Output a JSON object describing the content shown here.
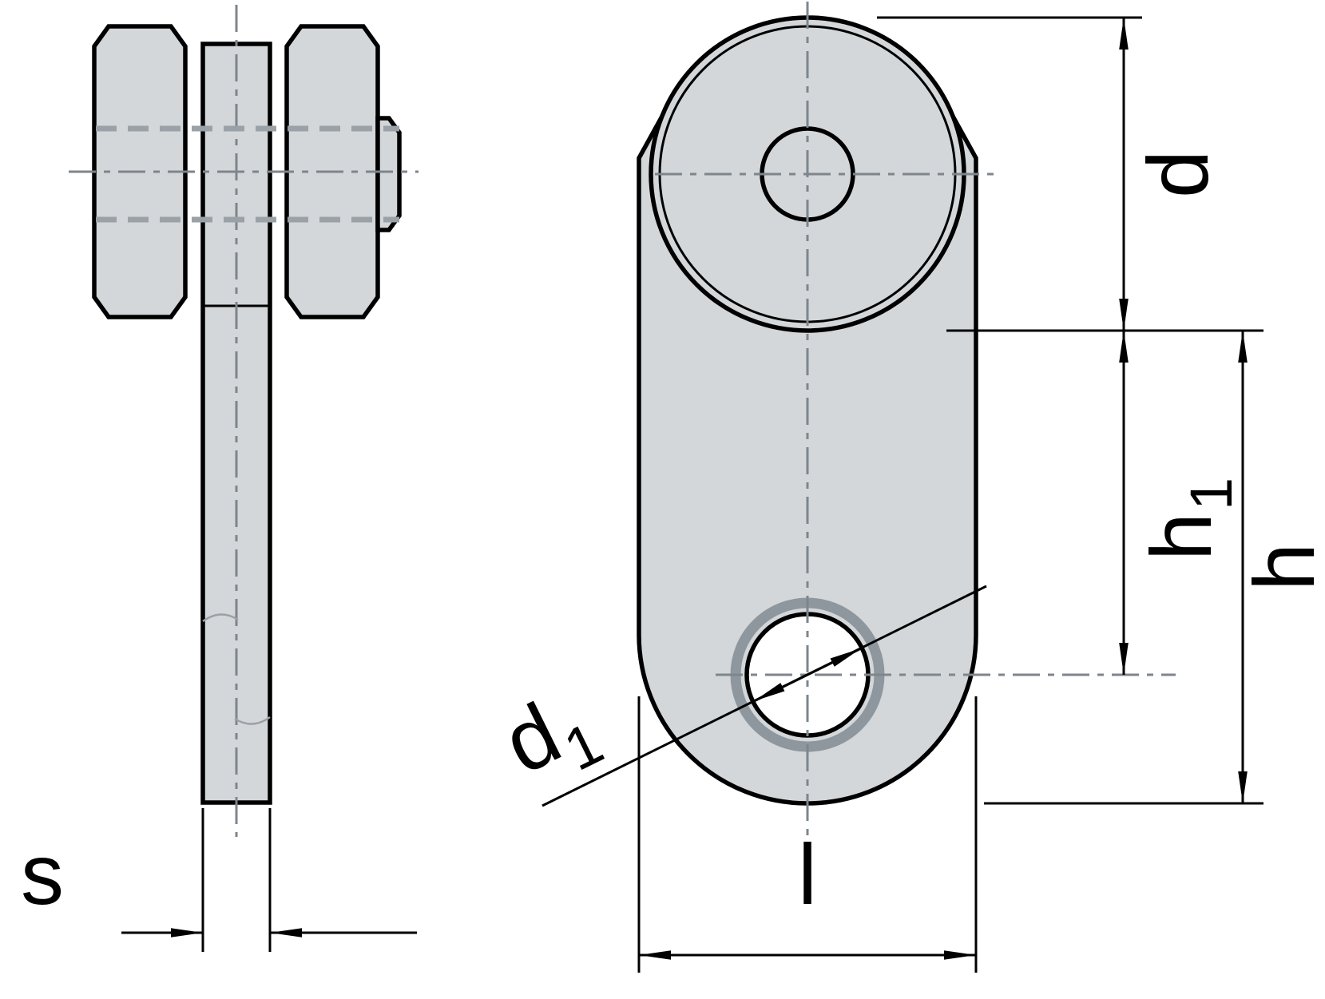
{
  "labels": {
    "thickness": "s",
    "boss_diameter": "d",
    "hole_height_main": "h",
    "hole_height_sub": "1",
    "total_height": "h",
    "hole_diameter_main": "d",
    "hole_diameter_sub": "1",
    "width": "l"
  },
  "colors": {
    "part_fill": "#d3d7da",
    "outline": "#000000",
    "centerline": "#7e868c",
    "hidden_line": "#9aa1a7",
    "hole_ring": "#8e979e",
    "background": "#ffffff"
  }
}
